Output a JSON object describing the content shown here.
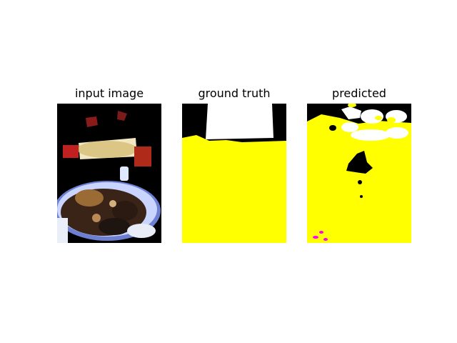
{
  "figure": {
    "panels": [
      {
        "title": "input image"
      },
      {
        "title": "ground truth"
      },
      {
        "title": "predicted"
      }
    ]
  },
  "colors": {
    "background": "#000000",
    "food_class": "#ffff00",
    "plate_class": "#ffffff",
    "misc_class": "#ff00ff"
  }
}
